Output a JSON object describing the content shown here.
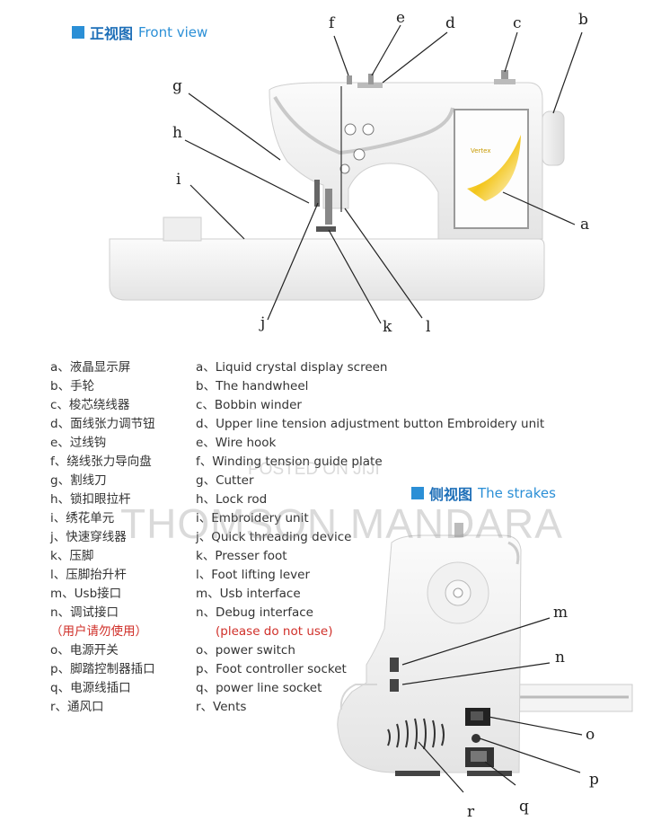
{
  "front": {
    "title_zh": "正视图",
    "title_en": "Front view"
  },
  "side": {
    "title_zh": "侧视图",
    "title_en": "The strakes"
  },
  "screen_brand": "Vertex",
  "front_labels": {
    "a": "a",
    "b": "b",
    "c": "c",
    "d": "d",
    "e": "e",
    "f": "f",
    "g": "g",
    "h": "h",
    "i": "i",
    "j": "j",
    "k": "k",
    "l": "l"
  },
  "side_labels": {
    "m": "m",
    "n": "n",
    "o": "o",
    "p": "p",
    "q": "q",
    "r": "r"
  },
  "legend_zh": [
    "a、液晶显示屏",
    "b、手轮",
    "c、梭芯绕线器",
    "d、面线张力调节钮",
    "e、过线钩",
    "f、绕线张力导向盘",
    "g、割线刀",
    "h、锁扣眼拉杆",
    "i、绣花单元",
    "j、快速穿线器",
    "k、压脚",
    "l、压脚抬升杆",
    "m、Usb接口",
    "n、调试接口",
    "（用户请勿使用）",
    "o、电源开关",
    "p、脚踏控制器插口",
    "q、电源线插口",
    "r、通风口"
  ],
  "legend_en": [
    "a、Liquid crystal display screen",
    "b、The handwheel",
    "c、Bobbin winder",
    "d、Upper line tension adjustment button Embroidery unit",
    "e、Wire hook",
    "f、Winding tension guide plate",
    "g、Cutter",
    "h、Lock rod",
    "i、Embroidery unit",
    "j、Quick threading device",
    "k、Presser foot",
    "l、Foot lifting lever",
    "m、Usb interface",
    "n、Debug interface",
    "(please do not use)",
    "o、power switch",
    "p、Foot controller socket",
    "q、power line socket",
    "r、Vents"
  ],
  "watermark": {
    "small": "POSTED ON JIJI",
    "large": "THOMSON MANDARA"
  },
  "colors": {
    "accent": "#2b8fd6",
    "warning": "#d0302a"
  }
}
